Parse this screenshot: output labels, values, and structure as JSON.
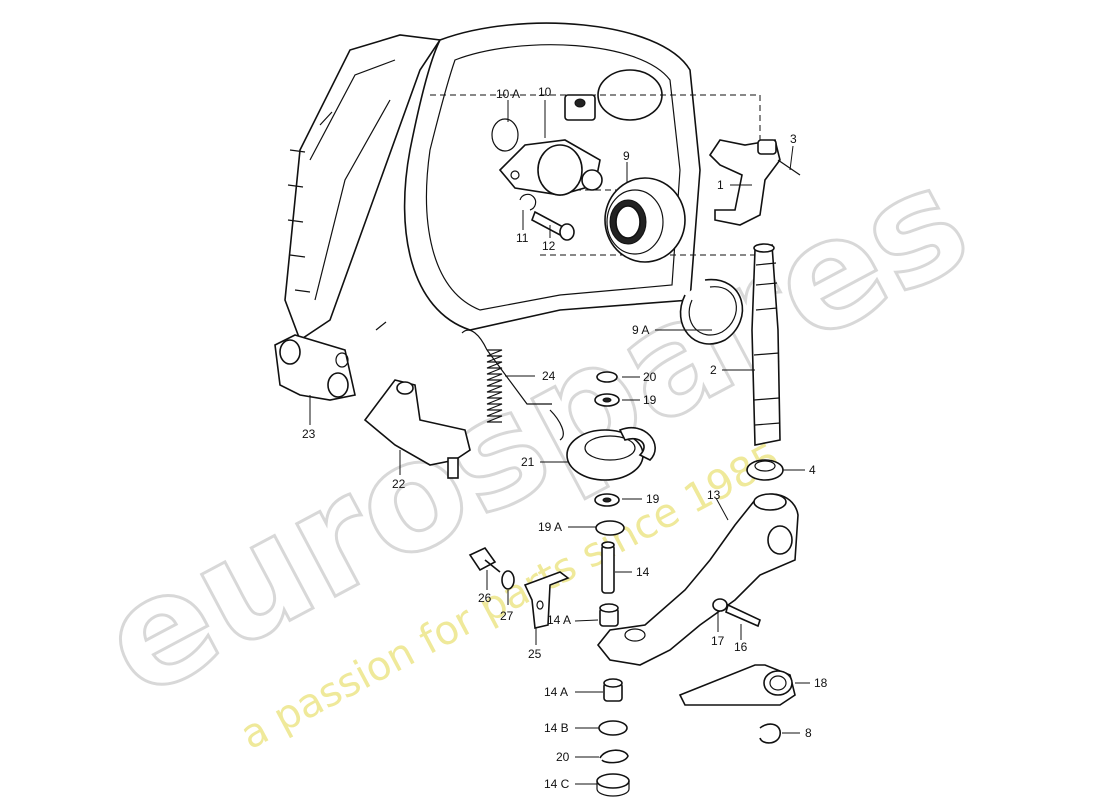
{
  "watermark": {
    "brand": "eurospares",
    "tagline": "a passion for parts since 1985"
  },
  "callouts": [
    {
      "id": "c-10A",
      "text": "10 A"
    },
    {
      "id": "c-10",
      "text": "10"
    },
    {
      "id": "c-3",
      "text": "3"
    },
    {
      "id": "c-9",
      "text": "9"
    },
    {
      "id": "c-1",
      "text": "1"
    },
    {
      "id": "c-11",
      "text": "11"
    },
    {
      "id": "c-12",
      "text": "12"
    },
    {
      "id": "c-9A",
      "text": "9 A"
    },
    {
      "id": "c-24",
      "text": "24"
    },
    {
      "id": "c-20a",
      "text": "20"
    },
    {
      "id": "c-2",
      "text": "2"
    },
    {
      "id": "c-19a",
      "text": "19"
    },
    {
      "id": "c-23",
      "text": "23"
    },
    {
      "id": "c-21",
      "text": "21"
    },
    {
      "id": "c-22",
      "text": "22"
    },
    {
      "id": "c-4",
      "text": "4"
    },
    {
      "id": "c-19b",
      "text": "19"
    },
    {
      "id": "c-13",
      "text": "13"
    },
    {
      "id": "c-19A",
      "text": "19 A"
    },
    {
      "id": "c-14",
      "text": "14"
    },
    {
      "id": "c-26",
      "text": "26"
    },
    {
      "id": "c-27",
      "text": "27"
    },
    {
      "id": "c-14Aa",
      "text": "14 A"
    },
    {
      "id": "c-17",
      "text": "17"
    },
    {
      "id": "c-16",
      "text": "16"
    },
    {
      "id": "c-25",
      "text": "25"
    },
    {
      "id": "c-18",
      "text": "18"
    },
    {
      "id": "c-14Ab",
      "text": "14 A"
    },
    {
      "id": "c-14B",
      "text": "14 B"
    },
    {
      "id": "c-8",
      "text": "8"
    },
    {
      "id": "c-20b",
      "text": "20"
    },
    {
      "id": "c-14C",
      "text": "14 C"
    }
  ]
}
